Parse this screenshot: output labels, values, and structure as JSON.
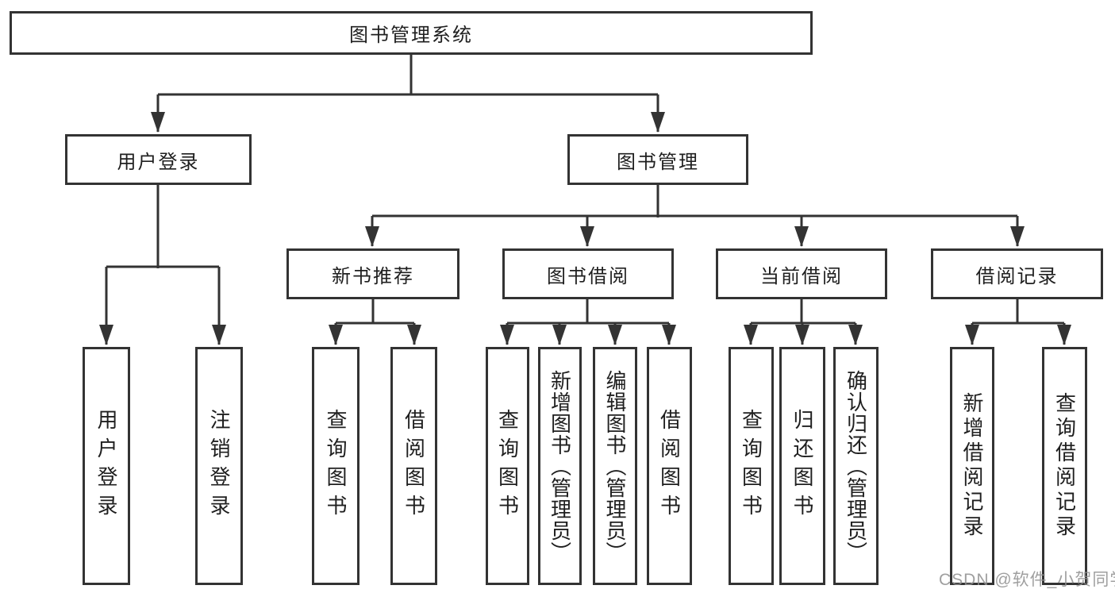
{
  "tree": {
    "label": "图书管理系统",
    "children": [
      {
        "label": "用户登录",
        "children": [
          {
            "label": "用户登录"
          },
          {
            "label": "注销登录"
          }
        ]
      },
      {
        "label": "图书管理",
        "children": [
          {
            "label": "新书推荐",
            "children": [
              {
                "label": "查询图书"
              },
              {
                "label": "借阅图书"
              }
            ]
          },
          {
            "label": "图书借阅",
            "children": [
              {
                "label": "查询图书"
              },
              {
                "label": "新增图书（管理员）"
              },
              {
                "label": "编辑图书（管理员）"
              },
              {
                "label": "借阅图书"
              }
            ]
          },
          {
            "label": "当前借阅",
            "children": [
              {
                "label": "查询图书"
              },
              {
                "label": "归还图书"
              },
              {
                "label": "确认归还（管理员）"
              }
            ]
          },
          {
            "label": "借阅记录",
            "children": [
              {
                "label": "新增借阅记录"
              },
              {
                "label": "查询借阅记录"
              }
            ]
          }
        ]
      }
    ]
  },
  "watermark": {
    "text": "CSDN @软件_小贺同学"
  },
  "colors": {
    "line": "#333333",
    "text": "#1f1f1f",
    "watermark": "#8f8f8f",
    "bg": "#ffffff"
  }
}
